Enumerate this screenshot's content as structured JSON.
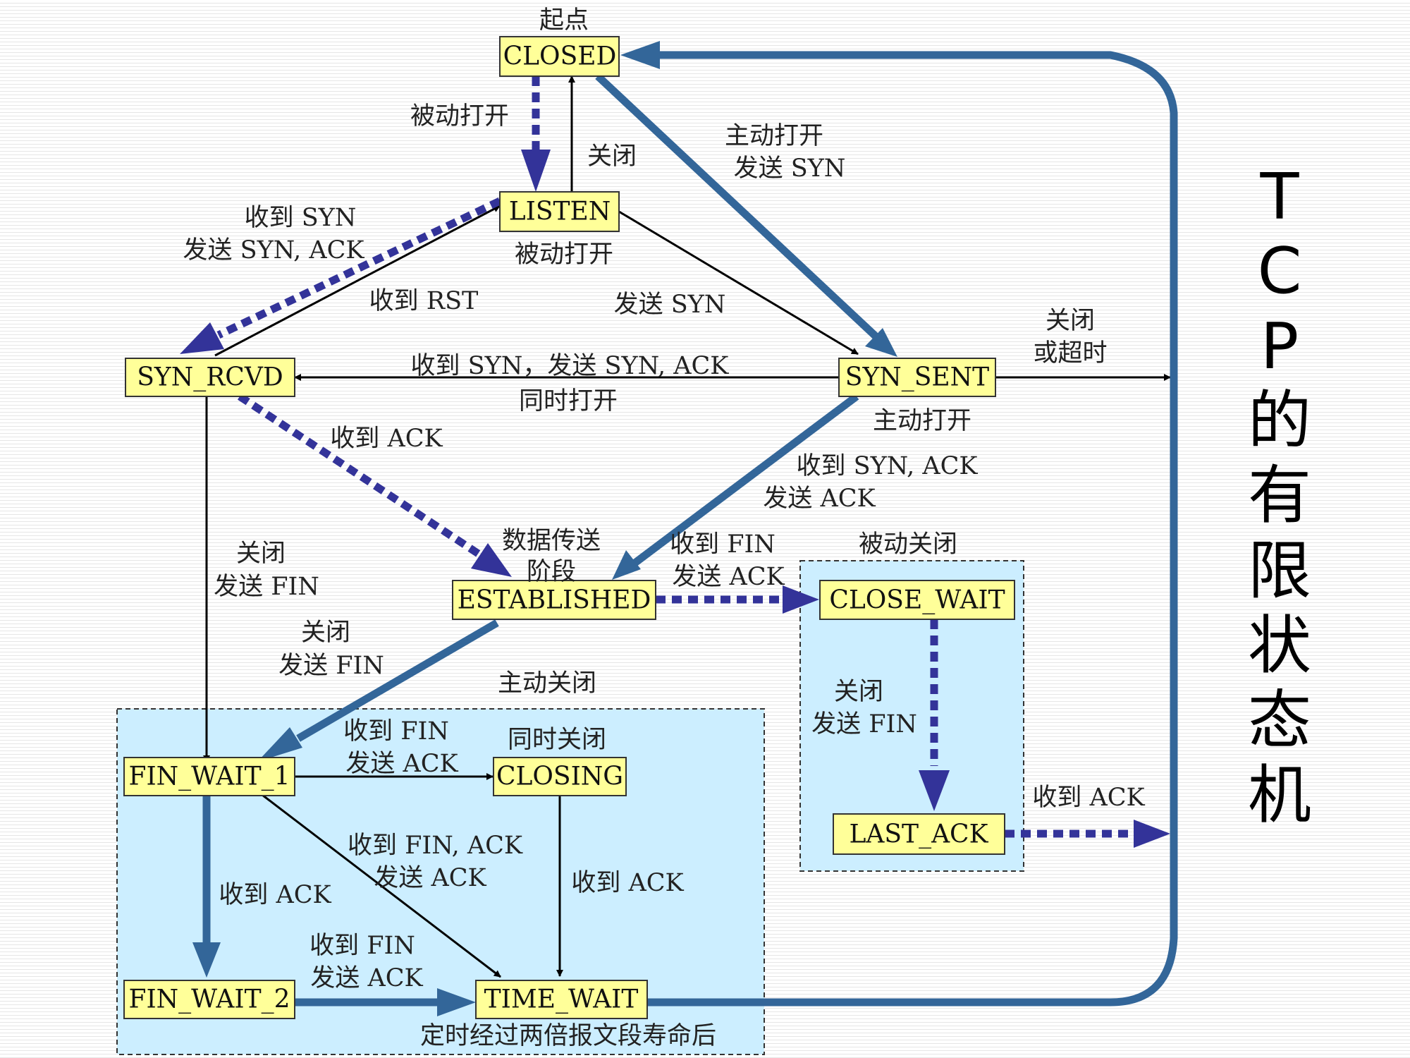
{
  "title": [
    "T",
    "C",
    "P",
    "的",
    "有",
    "限",
    "状",
    "态",
    "机"
  ],
  "regions": {
    "passive_close": "被动关闭",
    "active_close": "主动关闭"
  },
  "states": {
    "closed": "CLOSED",
    "listen": "LISTEN",
    "syn_rcvd": "SYN_RCVD",
    "syn_sent": "SYN_SENT",
    "established": "ESTABLISHED",
    "close_wait": "CLOSE_WAIT",
    "last_ack": "LAST_ACK",
    "fin_wait_1": "FIN_WAIT_1",
    "closing": "CLOSING",
    "fin_wait_2": "FIN_WAIT_2",
    "time_wait": "TIME_WAIT"
  },
  "labels": {
    "start": "起点",
    "passive_open_1": "被动打开",
    "close_1": "关闭",
    "active_open_send_syn": [
      "主动打开",
      "发送 SYN"
    ],
    "recv_syn_send_synack": [
      "收到 SYN",
      "发送 SYN, ACK"
    ],
    "passive_open_2": "被动打开",
    "recv_rst": "收到 RST",
    "send_syn": "发送 SYN",
    "close_or_timeout": [
      "关闭",
      "或超时"
    ],
    "simul_recv_syn": "收到 SYN，发送 SYN, ACK",
    "simul_open": "同时打开",
    "active_open_2": "主动打开",
    "recv_ack_1": "收到 ACK",
    "recv_synack_send_ack": [
      "收到 SYN, ACK",
      "发送 ACK"
    ],
    "data_transfer": [
      "数据传送",
      "阶段"
    ],
    "recv_fin_send_ack_1": [
      "收到 FIN",
      "发送 ACK"
    ],
    "close_send_fin_1": [
      "关闭",
      "发送 FIN"
    ],
    "close_send_fin_2": [
      "关闭",
      "发送 FIN"
    ],
    "close_send_fin_3": [
      "关闭",
      "发送 FIN"
    ],
    "recv_ack_lastack": "收到 ACK",
    "recv_fin_send_ack_2": [
      "收到 FIN",
      "发送 ACK"
    ],
    "simul_close": "同时关闭",
    "recv_finack_send_ack": [
      "收到 FIN, ACK",
      "发送 ACK"
    ],
    "recv_ack_2": "收到 ACK",
    "recv_ack_3": "收到 ACK",
    "recv_fin_send_ack_3": [
      "收到 FIN",
      "发送 ACK"
    ],
    "timer_2msl": "定时经过两倍报文段寿命后"
  },
  "colors": {
    "state_fill": "#ffff99",
    "region_fill": "#cceeff",
    "thick_arrow": "#336699",
    "dashed_arrow": "#333399",
    "thin_arrow": "#000000"
  }
}
